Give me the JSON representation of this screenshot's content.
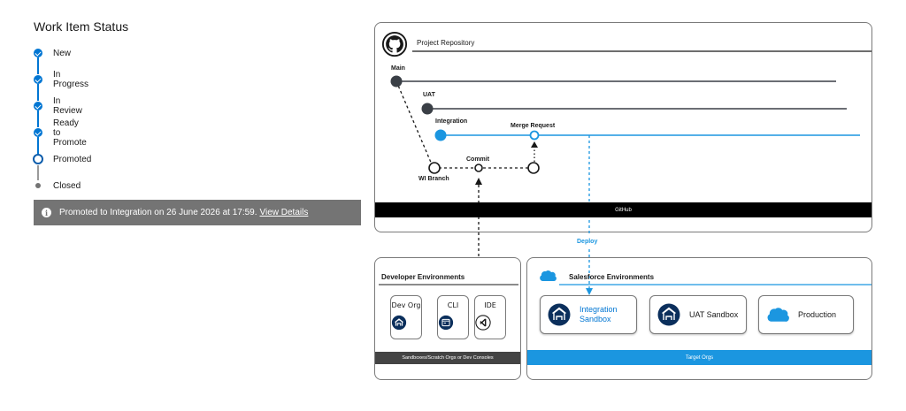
{
  "status_panel": {
    "title": "Work Item Status",
    "steps": [
      {
        "label": "New",
        "state": "complete"
      },
      {
        "label": "In Progress",
        "state": "complete"
      },
      {
        "label": "In Review",
        "state": "complete"
      },
      {
        "label": "Ready to Promote",
        "state": "complete"
      },
      {
        "label": "Promoted",
        "state": "current"
      },
      {
        "label": "Closed",
        "state": "pending"
      }
    ],
    "toast": {
      "message": "Promoted to Integration on 26 June 2026 at 17:59.",
      "link": "View Details"
    }
  },
  "repository": {
    "title": "Project Repository",
    "footer": "GitHub",
    "branches": {
      "main": "Main",
      "uat": "UAT",
      "integration": "Integration",
      "merge_request": "Merge Request",
      "commit": "Commit",
      "wi_branch": "WI Branch"
    },
    "deploy_label": "Deploy"
  },
  "developer_environments": {
    "title": "Developer Environments",
    "tools": [
      {
        "label": "Dev Org",
        "icon": "org-icon"
      },
      {
        "label": "CLI",
        "icon": "terminal-icon"
      },
      {
        "label": "IDE",
        "icon": "vscode-icon"
      }
    ],
    "footer": "Sandboxes/Scratch Orgs or Dev Consoles"
  },
  "salesforce_environments": {
    "title": "Salesforce Environments",
    "envs": [
      {
        "label_line1": "Integration",
        "label_line2": "Sandbox",
        "icon": "sandbox-icon",
        "highlight": true
      },
      {
        "label_line1": "UAT Sandbox",
        "label_line2": "",
        "icon": "sandbox-icon",
        "highlight": false
      },
      {
        "label_line1": "Production",
        "label_line2": "",
        "icon": "salesforce-cloud-icon",
        "highlight": false
      }
    ],
    "footer": "Target Orgs"
  },
  "colors": {
    "accent_blue": "#0176d3",
    "deploy_blue": "#1b96e0",
    "dark_node": "#3a3f46",
    "toast_grey": "#747474"
  }
}
